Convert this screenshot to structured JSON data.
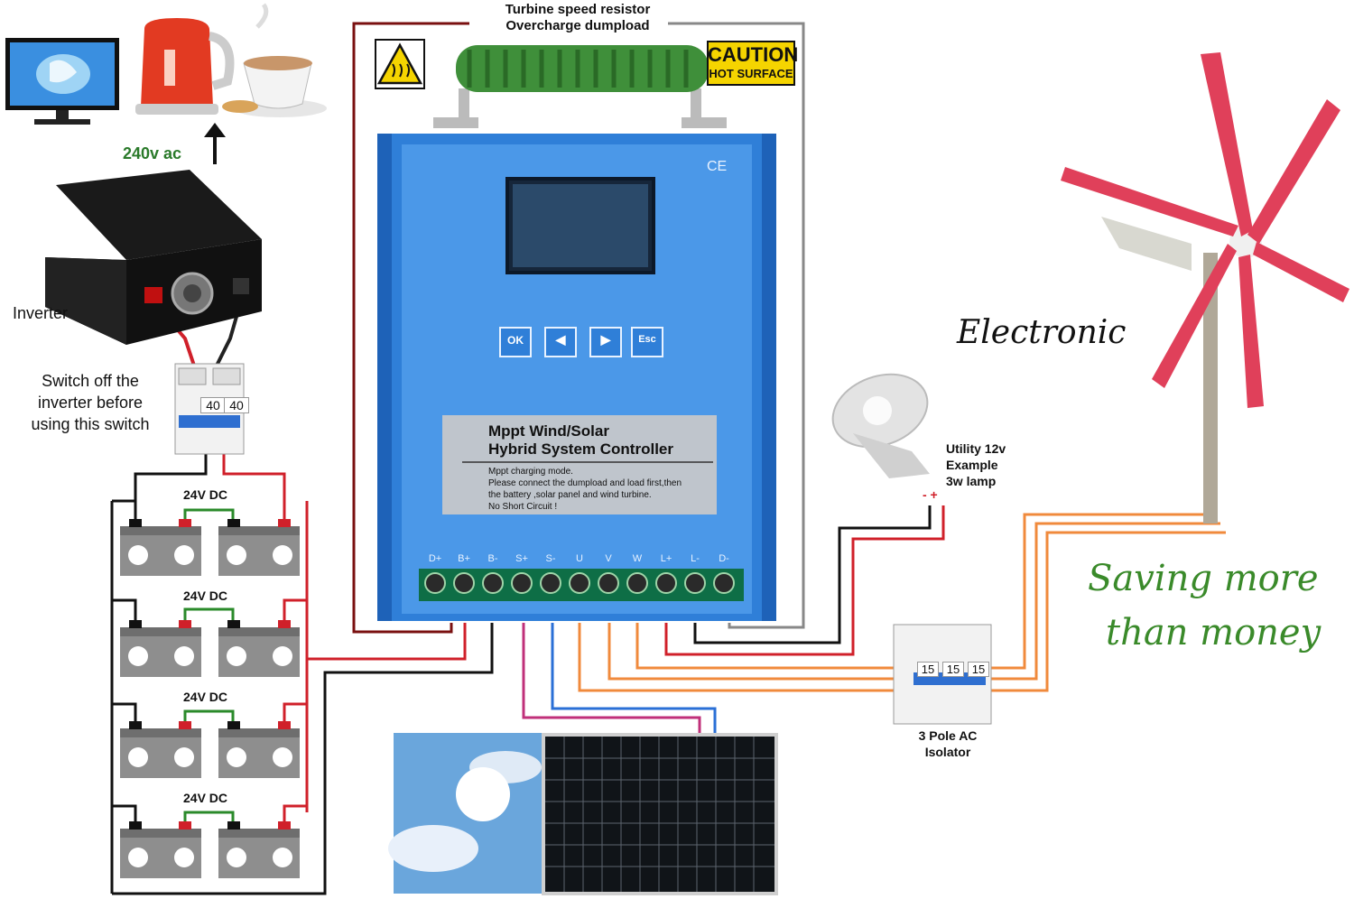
{
  "labels": {
    "resistor_line1": "Turbine speed resistor",
    "resistor_line2": "Overcharge dumpload",
    "caution_title": "CAUTION",
    "caution_sub": "HOT SURFACE",
    "ac_voltage": "240v ac",
    "inverter": "Inverter",
    "switch_note_1": "Switch off the",
    "switch_note_2": "inverter before",
    "switch_note_3": "using this switch",
    "breaker_2pole_rating": [
      "40",
      "40"
    ],
    "battery_groups": [
      "24V DC",
      "24V DC",
      "24V DC",
      "24V DC"
    ],
    "electronic": "Electronic",
    "lamp_line1": "Utility 12v",
    "lamp_line2": "Example",
    "lamp_line3": "3w lamp",
    "lamp_polarity": "- +",
    "isolator_rating": [
      "15",
      "15",
      "15"
    ],
    "isolator_line1": "3 Pole AC",
    "isolator_line2": "Isolator",
    "slogan_line1": "Saving more",
    "slogan_line2": "than money"
  },
  "controller": {
    "ce_mark": "CE",
    "title_line1": "Mppt Wind/Solar",
    "title_line2": "Hybrid System Controller",
    "note_1": "Mppt charging mode.",
    "note_2": "Please connect the dumpload and load first,then",
    "note_3": "the battery ,solar panel and wind turbine.",
    "note_4": "No Short Circuit !",
    "buttons": [
      "OK",
      "◀",
      "▶",
      "Esc"
    ],
    "terminals": [
      "D+",
      "B+",
      "B-",
      "S+",
      "S-",
      "U",
      "V",
      "W",
      "L+",
      "L-",
      "D-"
    ]
  },
  "colors": {
    "controller_blue": "#2f7fd8",
    "resistor_green": "#3f8f3a",
    "wire_red": "#d0202a",
    "wire_black": "#111111",
    "wire_orange": "#f08a3c",
    "wire_blue": "#2a6fd6",
    "wire_magenta": "#c0307a",
    "wire_darkred": "#7a1010",
    "turbine_red": "#e0405a",
    "slogan_green": "#3a8a2a"
  },
  "icons": [
    "monitor-icon",
    "kettle-icon",
    "tea-cup-icon",
    "up-arrow-icon",
    "hot-surface-warning-icon",
    "lamp-icon",
    "wind-turbine-icon",
    "solar-panel-icon",
    "sun-sky-icon",
    "inverter-icon",
    "battery-icon",
    "breaker-icon"
  ]
}
